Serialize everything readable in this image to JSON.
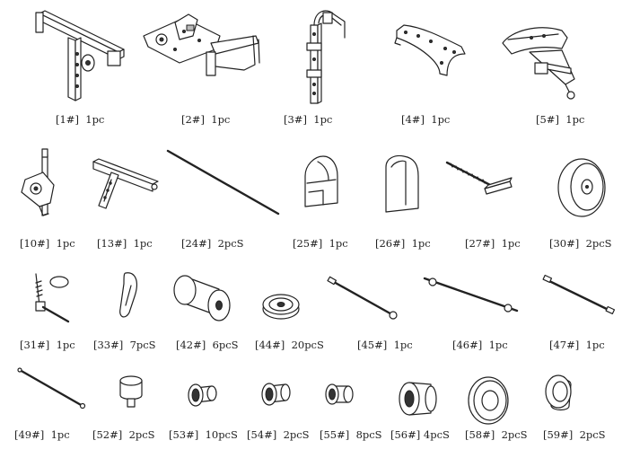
{
  "parts": [
    {
      "id": "p1",
      "code": "[1#]",
      "qty": "1pc"
    },
    {
      "id": "p2",
      "code": "[2#]",
      "qty": "1pc"
    },
    {
      "id": "p3",
      "code": "[3#]",
      "qty": "1pc"
    },
    {
      "id": "p4",
      "code": "[4#]",
      "qty": "1pc"
    },
    {
      "id": "p5",
      "code": "[5#]",
      "qty": "1pc"
    },
    {
      "id": "p10",
      "code": "[10#]",
      "qty": "1pc"
    },
    {
      "id": "p13",
      "code": "[13#]",
      "qty": "1pc"
    },
    {
      "id": "p24",
      "code": "[24#]",
      "qty": "2pcS"
    },
    {
      "id": "p25",
      "code": "[25#]",
      "qty": "1pc"
    },
    {
      "id": "p26",
      "code": "[26#]",
      "qty": "1pc"
    },
    {
      "id": "p27",
      "code": "[27#]",
      "qty": "1pc"
    },
    {
      "id": "p30",
      "code": "[30#]",
      "qty": "2pcS"
    },
    {
      "id": "p31",
      "code": "[31#]",
      "qty": "1pc"
    },
    {
      "id": "p33",
      "code": "[33#]",
      "qty": "7pcS"
    },
    {
      "id": "p42",
      "code": "[42#]",
      "qty": "6pcS"
    },
    {
      "id": "p44",
      "code": "[44#]",
      "qty": "20pcS"
    },
    {
      "id": "p45",
      "code": "[45#]",
      "qty": "1pc"
    },
    {
      "id": "p46",
      "code": "[46#]",
      "qty": "1pc"
    },
    {
      "id": "p47",
      "code": "[47#]",
      "qty": "1pc"
    },
    {
      "id": "p49",
      "code": "[49#]",
      "qty": "1pc"
    },
    {
      "id": "p52",
      "code": "[52#]",
      "qty": "2pcS"
    },
    {
      "id": "p53",
      "code": "[53#]",
      "qty": "10pcS"
    },
    {
      "id": "p54",
      "code": "[54#]",
      "qty": "2pcS"
    },
    {
      "id": "p55",
      "code": "[55#]",
      "qty": "8pcS"
    },
    {
      "id": "p56",
      "code": "[56#]",
      "qty": "4pcS"
    },
    {
      "id": "p58",
      "code": "[58#]",
      "qty": "2pcS"
    },
    {
      "id": "p59",
      "code": "[59#]",
      "qty": "2pcS"
    }
  ]
}
